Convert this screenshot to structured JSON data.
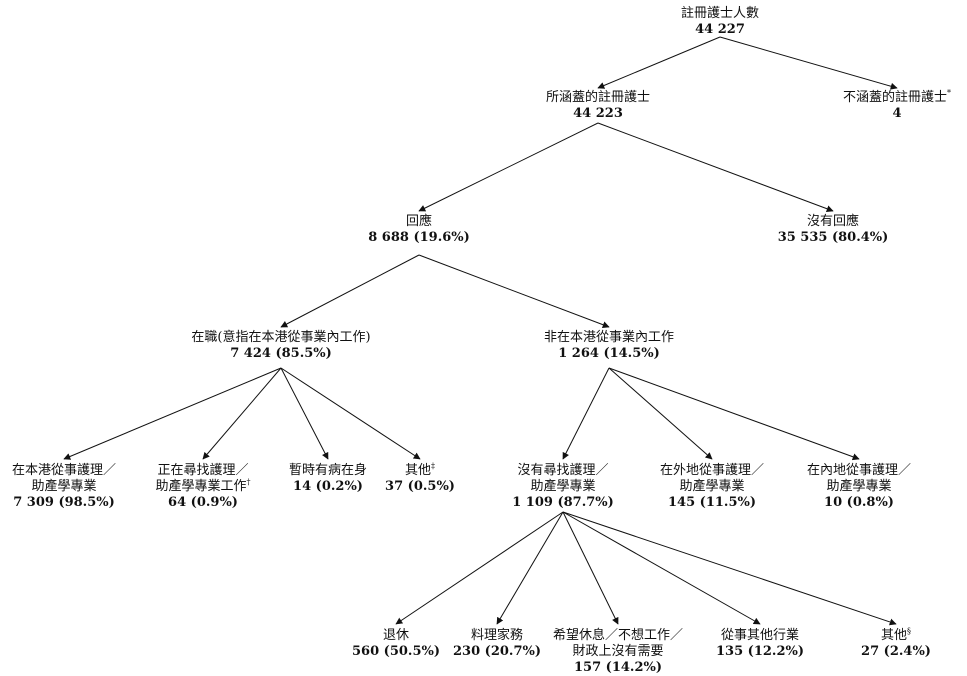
{
  "nodes": {
    "root": {
      "label": "註冊護士人數",
      "value": "44 227"
    },
    "covered": {
      "label": "所涵蓋的註冊護士",
      "value": "44 223"
    },
    "not_covered": {
      "label": "不涵蓋的註冊護士",
      "mark": "*",
      "value": "4"
    },
    "responded": {
      "label": "回應",
      "value": "8 688 (19.6%)"
    },
    "no_response": {
      "label": "沒有回應",
      "value": "35 535 (80.4%)"
    },
    "employed": {
      "label": "在職(意指在本港從事業內工作)",
      "value": "7 424 (85.5%)"
    },
    "not_employed": {
      "label": "非在本港從事業內工作",
      "value": "1 264 (14.5%)"
    },
    "local_practice": {
      "line1": "在本港從事護理／",
      "line2": "助產學專業",
      "value": "7 309 (98.5%)"
    },
    "seeking_work": {
      "line1": "正在尋找護理／",
      "line2": "助產學專業工作",
      "mark": "†",
      "value": "64 (0.9%)"
    },
    "sick": {
      "label": "暫時有病在身",
      "value": "14 (0.2%)"
    },
    "employed_others": {
      "label": "其他",
      "mark": "‡",
      "value": "37 (0.5%)"
    },
    "not_seeking": {
      "line1": "沒有尋找護理／",
      "line2": "助產學專業",
      "value": "1 109 (87.7%)"
    },
    "overseas": {
      "line1": "在外地從事護理／",
      "line2": "助產學專業",
      "value": "145 (11.5%)"
    },
    "mainland": {
      "line1": "在內地從事護理／",
      "line2": "助產學專業",
      "value": "10 (0.8%)"
    },
    "retired": {
      "label": "退休",
      "value": "560 (50.5%)"
    },
    "household": {
      "label": "料理家務",
      "value": "230 (20.7%)"
    },
    "rest": {
      "line1": "希望休息／不想工作／",
      "line2": "財政上沒有需要",
      "value": "157 (14.2%)"
    },
    "other_industry": {
      "label": "從事其他行業",
      "value": "135 (12.2%)"
    },
    "not_seeking_others": {
      "label": "其他",
      "mark": "§",
      "value": "27 (2.4%)"
    }
  }
}
